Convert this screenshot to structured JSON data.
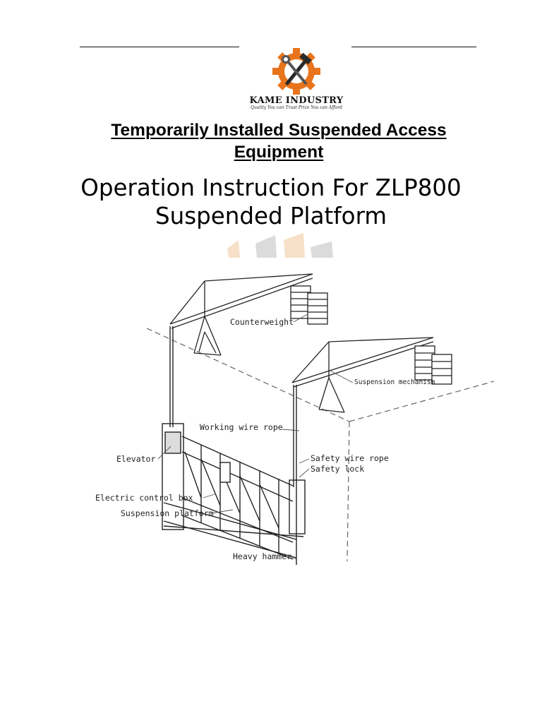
{
  "logo": {
    "name": "KAME INDUSTRY",
    "tagline": "Quality You can Trust  Price You can Afford",
    "colors": {
      "gear": "#e8741c",
      "tools": "#2a2a2a"
    }
  },
  "heading": {
    "line1": "Temporarily Installed Suspended Access",
    "line2": "Equipment"
  },
  "title": {
    "line1": "Operation Instruction For ZLP800",
    "line2": "Suspended Platform"
  },
  "diagram_labels": {
    "counterweight": "Counterweight",
    "suspension_mechanism": "Suspension mechanism",
    "working_wire_rope": "Working wire rope",
    "elevator": "Elevator",
    "safety_wire_rope": "Safety wire rope",
    "safety_lock": "Safety lock",
    "electric_control_box": "Electric control box",
    "suspension_platform": "Suspension platform",
    "heavy_hammer": "Heavy hammer"
  }
}
